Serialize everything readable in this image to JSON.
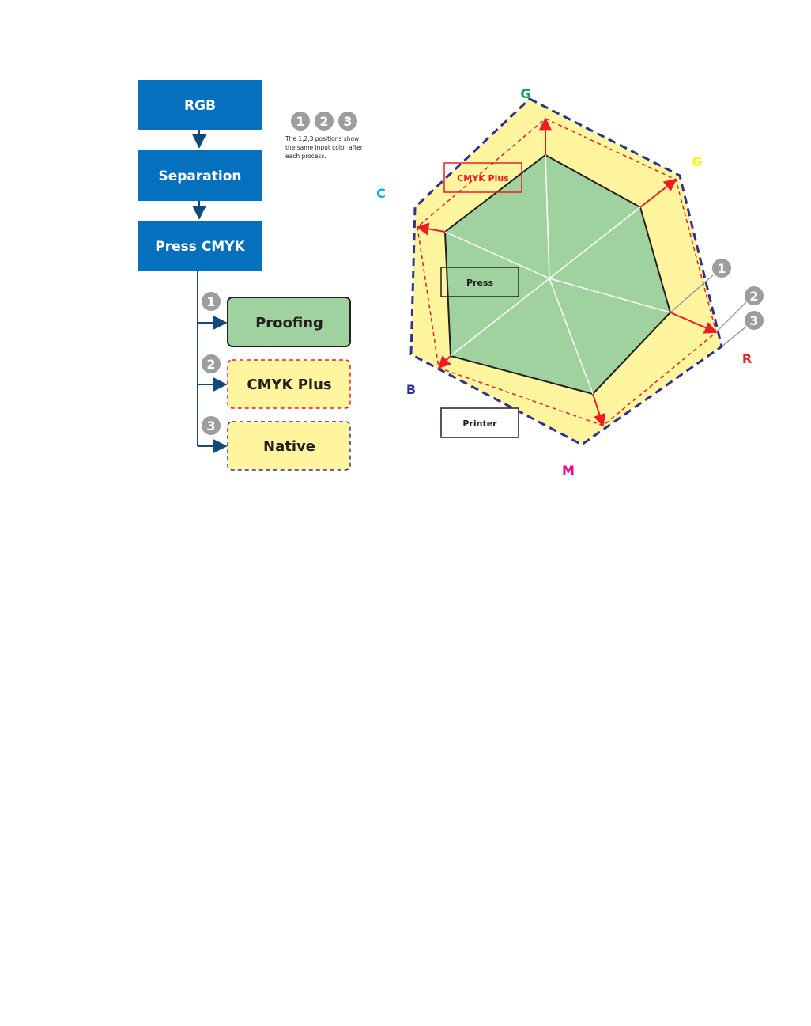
{
  "flow": {
    "rgb": "RGB",
    "separation": "Separation",
    "press_cmyk": "Press CMYK",
    "outputs": [
      {
        "num": "1",
        "label": "Proofing"
      },
      {
        "num": "2",
        "label": "CMYK Plus"
      },
      {
        "num": "3",
        "label": "Native"
      }
    ]
  },
  "legend": {
    "nums": [
      "1",
      "2",
      "3"
    ],
    "lines": [
      "The 1,2,3 positions show",
      "the same input color after",
      "each process."
    ]
  },
  "gamut": {
    "labels": {
      "g_top": "G",
      "g_right": "G",
      "c": "C",
      "r": "R",
      "b": "B",
      "m": "M"
    },
    "boxes": {
      "cmyk_plus": "CMYK Plus",
      "press": "Press",
      "printer": "Printer"
    },
    "markers": [
      "1",
      "2",
      "3"
    ]
  },
  "colors": {
    "flow_blue": "#0570be",
    "proof_green": "#9fd29e",
    "plus_yellow": "#fff59f",
    "navy": "#2e3192",
    "red": "#ed1c24",
    "arrow_blue": "#14497c",
    "marker_gray": "#9d9d9d",
    "label_green": "#00a651",
    "label_yellow": "#fff200",
    "label_cyan": "#00aeef",
    "label_magenta": "#ec008c"
  }
}
